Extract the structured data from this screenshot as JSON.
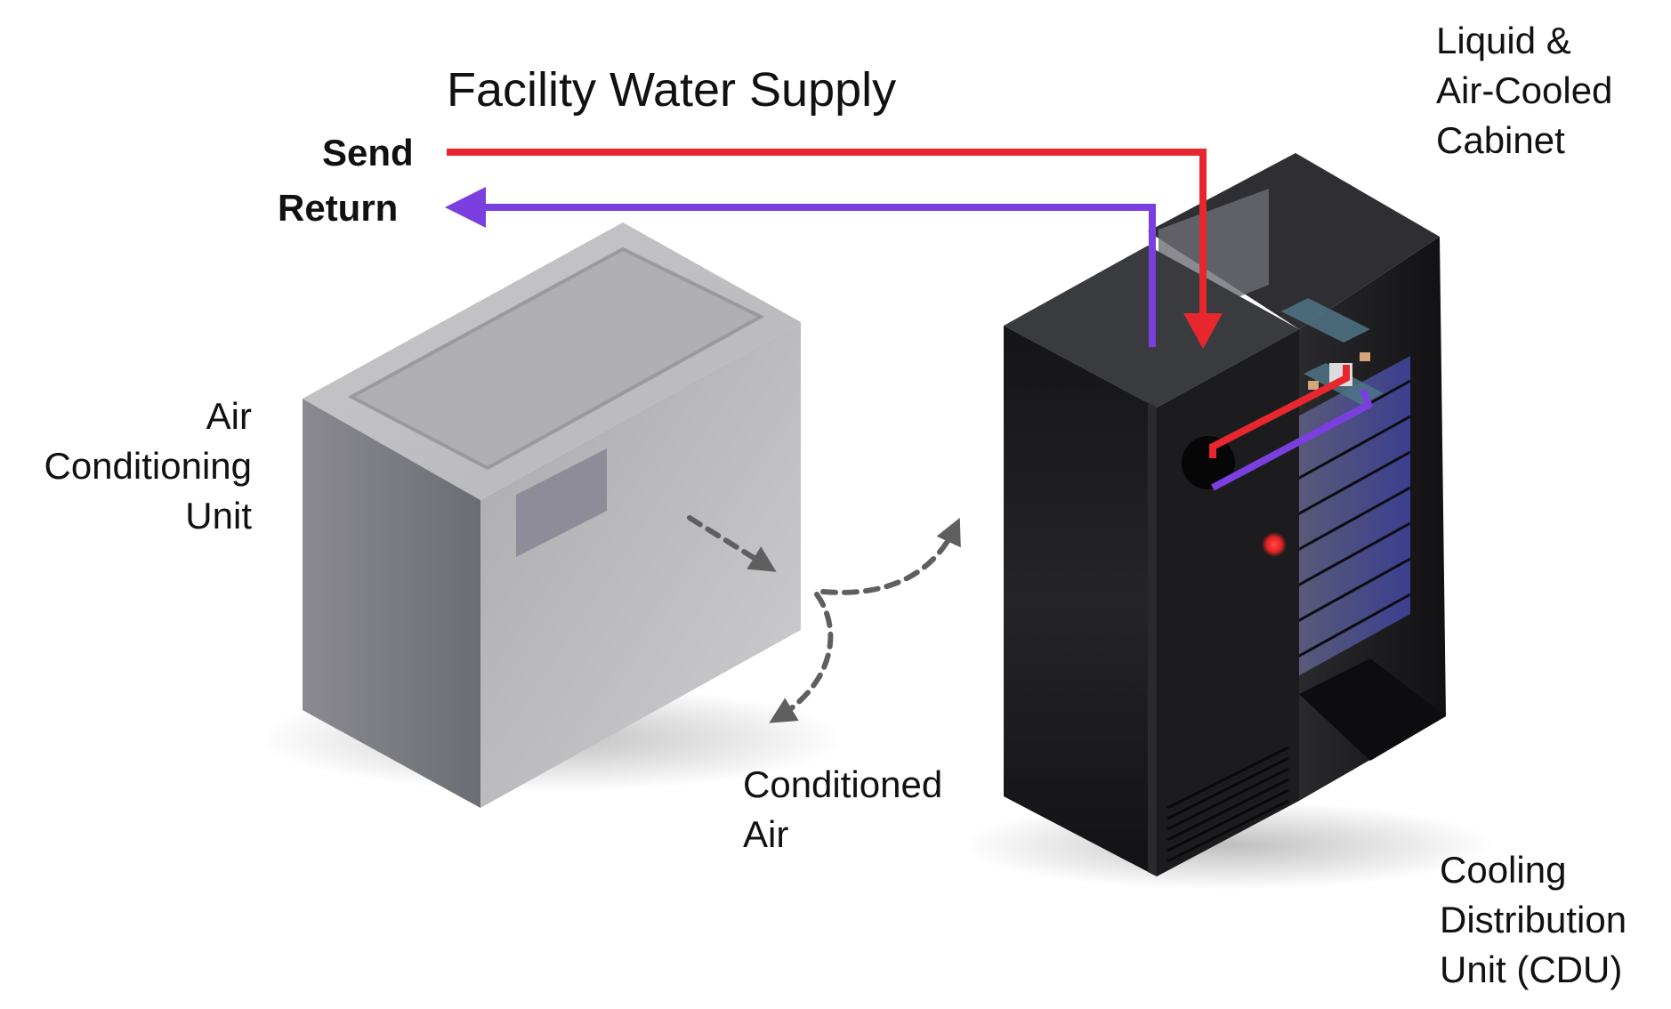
{
  "labels": {
    "facility_water_supply": "Facility Water Supply",
    "send": "Send",
    "return": "Return",
    "air_conditioning_unit": [
      "Air",
      "Conditioning",
      "Unit"
    ],
    "conditioned_air": [
      "Conditioned",
      "Air"
    ],
    "cabinet": [
      "Liquid &",
      "Air-Cooled",
      "Cabinet"
    ],
    "cdu": [
      "Cooling",
      "Distribution",
      "Unit (CDU)"
    ]
  },
  "colors": {
    "send_line": "#e8262d",
    "return_line": "#7b3fe0",
    "airflow_arrow": "#5f5f5f",
    "status_led": "#e32222",
    "ac_unit_body": "#c4c4c6",
    "cabinet_body": "#1b1b1d"
  },
  "icons": {
    "ac_unit": "air-conditioning-unit-icon",
    "cdu": "cooling-distribution-unit-icon",
    "cabinet": "server-cabinet-icon"
  }
}
